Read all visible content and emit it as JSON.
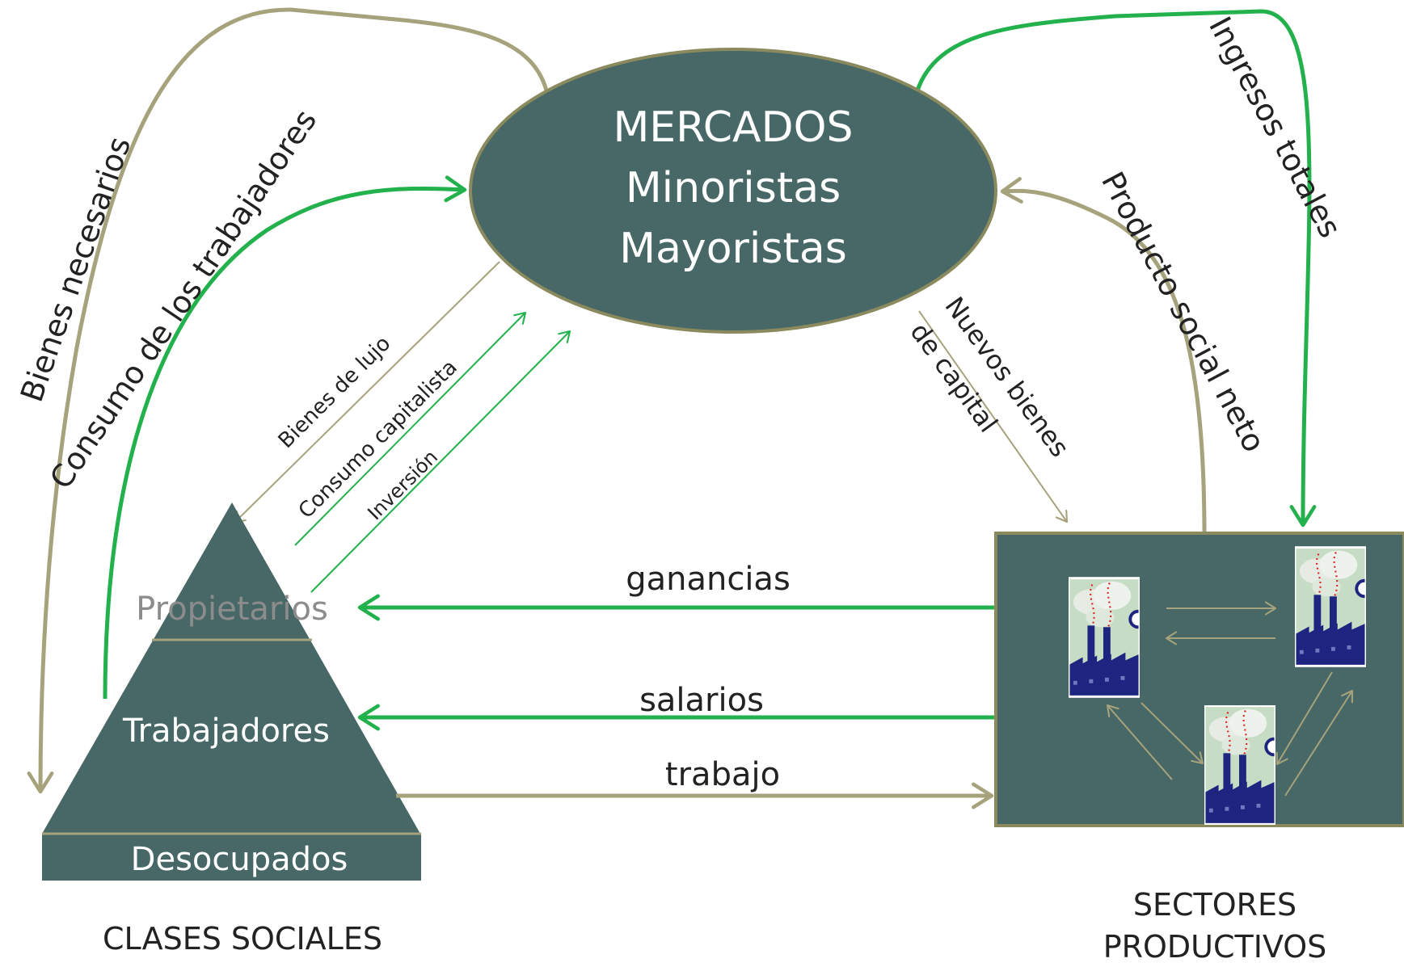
{
  "colors": {
    "node_fill": "#476866",
    "node_stroke": "#8a8a5e",
    "green_arrow": "#22b14c",
    "tan_arrow": "#a6a27c",
    "text_dark": "#222222",
    "text_light": "#ffffff",
    "text_muted": "#8c8c8c"
  },
  "market": {
    "line1": "MERCADOS",
    "line2": "Minoristas",
    "line3": "Mayoristas"
  },
  "pyramid": {
    "top_label": "Propietarios",
    "middle_label": "Trabajadores",
    "base_label": "Desocupados",
    "caption": "CLASES SOCIALES"
  },
  "sectors": {
    "caption_line1": "SECTORES",
    "caption_line2": "PRODUCTIVOS",
    "factory_icon": "factory-icon"
  },
  "flows": {
    "bienes_necesarios": "Bienes necesarios",
    "consumo_trabajadores": "Consumo de los trabajadores",
    "bienes_lujo": "Bienes de lujo",
    "consumo_capitalista": "Consumo capitalista",
    "inversion": "Inversión",
    "nuevos_bienes_line1": "Nuevos bienes",
    "nuevos_bienes_line2": "de capital",
    "producto_social_neto": "Producto social neto",
    "ingresos_totales": "Ingresos totales",
    "ganancias": "ganancias",
    "salarios": "salarios",
    "trabajo": "trabajo"
  }
}
